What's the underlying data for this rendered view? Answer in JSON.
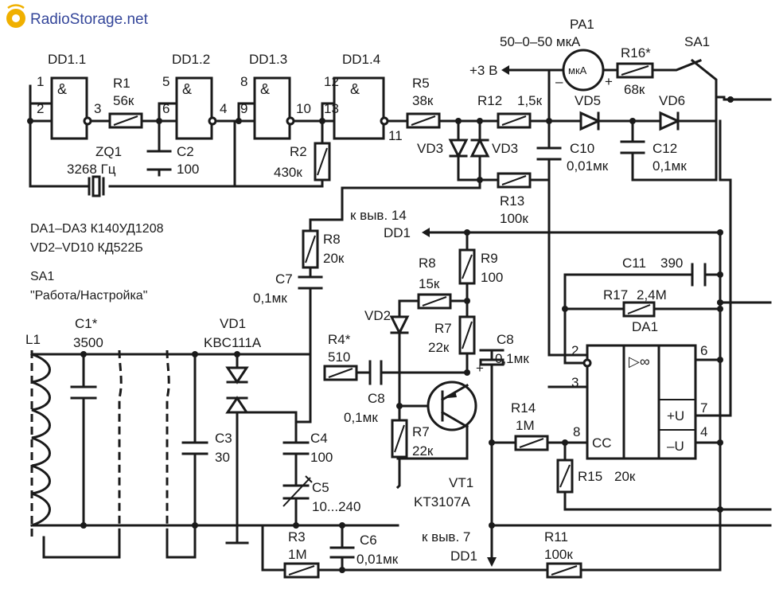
{
  "watermark": {
    "text": "RadioStorage.net"
  },
  "notes": {
    "ics": "DA1–DA3  К140УД1208",
    "diodes": "VD2–VD10  КД522Б",
    "switch_name": "SA1",
    "switch_desc": "\"Работа/Настройка\""
  },
  "gates": [
    {
      "name": "DD1.1",
      "sym": "&",
      "pins": [
        "1",
        "2",
        "3"
      ]
    },
    {
      "name": "DD1.2",
      "sym": "&",
      "pins": [
        "5",
        "6",
        "4"
      ]
    },
    {
      "name": "DD1.3",
      "sym": "&",
      "pins": [
        "8",
        "9",
        "10"
      ]
    },
    {
      "name": "DD1.4",
      "sym": "&",
      "pins": [
        "12",
        "13",
        "11"
      ]
    }
  ],
  "components": {
    "R1": {
      "name": "R1",
      "value": "56к"
    },
    "ZQ1": {
      "name": "ZQ1",
      "value": "3268 Гц"
    },
    "C2": {
      "name": "C2",
      "value": "100"
    },
    "R2": {
      "name": "R2",
      "value": "430к"
    },
    "R5": {
      "name": "R5",
      "value": "38к"
    },
    "R12": {
      "name": "R12",
      "value": "1,5к"
    },
    "VD5": {
      "name": "VD5"
    },
    "VD6": {
      "name": "VD6"
    },
    "VD3a": {
      "name": "VD3"
    },
    "VD3b": {
      "name": "VD3"
    },
    "C10": {
      "name": "C10",
      "value": "0,01мк"
    },
    "C12": {
      "name": "C12",
      "value": "0,1мк"
    },
    "R13": {
      "name": "R13",
      "value": "100к"
    },
    "PA1": {
      "name": "PA1",
      "value": "50–0–50 мкА",
      "symbol": "мкА",
      "minus": "–",
      "plus": "+"
    },
    "R16": {
      "name": "R16*",
      "value": "68к"
    },
    "SA1": {
      "name": "SA1"
    },
    "supply": {
      "label": "+3 В"
    },
    "R8top": {
      "name": "R8",
      "value": "20к"
    },
    "C7": {
      "name": "C7",
      "value": "0,1мк"
    },
    "pin14": {
      "line1": "к выв. 14",
      "line2": "DD1"
    },
    "R9": {
      "name": "R9",
      "value": "100"
    },
    "R8b": {
      "name": "R8",
      "value": "15к"
    },
    "VD2": {
      "name": "VD2"
    },
    "R7a": {
      "name": "R7",
      "value": "22к"
    },
    "C8a": {
      "name": "C8",
      "value": "0,1мк",
      "plus": "+"
    },
    "C11": {
      "name": "C11",
      "value": "390"
    },
    "R17": {
      "name": "R17",
      "value": "2,4М"
    },
    "DA1": {
      "name": "DA1",
      "sym": "▷∞",
      "cc": "CC",
      "pos": "+U",
      "neg": "–U",
      "pins": [
        "2",
        "3",
        "6",
        "8",
        "7",
        "4"
      ]
    },
    "L1": {
      "name": "L1"
    },
    "C1": {
      "name": "C1*",
      "value": "3500"
    },
    "VD1": {
      "name": "VD1",
      "value": "KBC111A"
    },
    "R4": {
      "name": "R4*",
      "value": "510"
    },
    "C8b": {
      "name": "C8",
      "value": "0,1мк"
    },
    "R7b": {
      "name": "R7",
      "value": "22к"
    },
    "R14": {
      "name": "R14",
      "value": "1М"
    },
    "R15": {
      "name": "R15",
      "value": "20к"
    },
    "C3": {
      "name": "C3",
      "value": "30"
    },
    "C4": {
      "name": "C4",
      "value": "100"
    },
    "C5": {
      "name": "C5",
      "value": "10...240"
    },
    "VT1": {
      "name": "VT1",
      "value": "KT3107A"
    },
    "R3": {
      "name": "R3",
      "value": "1М"
    },
    "C6": {
      "name": "C6",
      "value": "0,01мк"
    },
    "pin7": {
      "line1": "к выв. 7",
      "line2": "DD1"
    },
    "R11": {
      "name": "R11",
      "value": "100к"
    }
  }
}
